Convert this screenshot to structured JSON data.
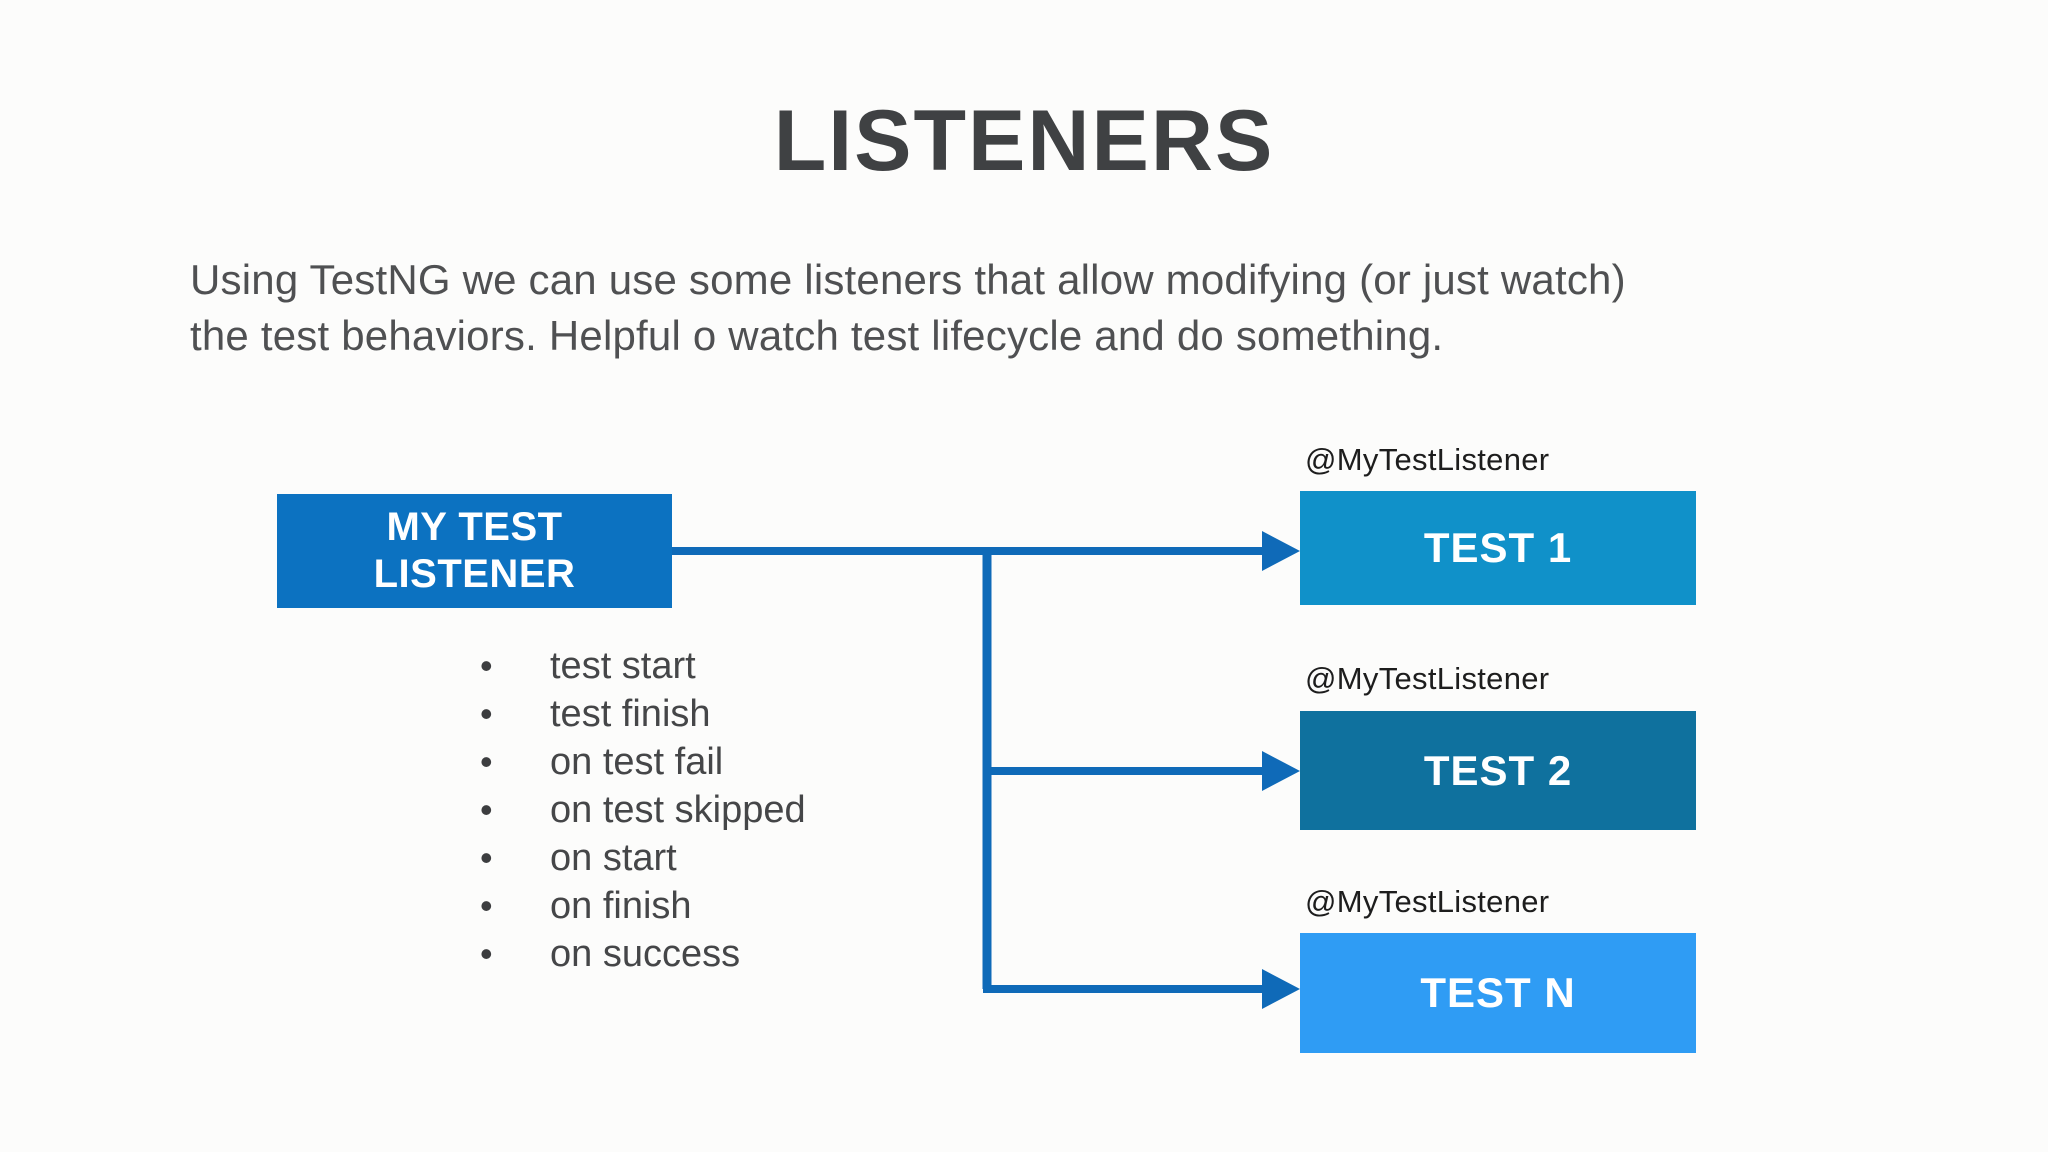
{
  "slide": {
    "title": "LISTENERS",
    "intro": {
      "lines": [
        "Using TestNG we can use some listeners that allow modifying (or just watch)",
        "the test behaviors. Helpful o watch test lifecycle and do something."
      ]
    },
    "listener_box": {
      "label": "MY TEST LISTENER"
    },
    "events": [
      "test start",
      "test finish",
      "on test fail",
      "on test skipped",
      "on start",
      "on finish",
      "on success"
    ],
    "tests": [
      {
        "annotation": "@MyTestListener",
        "label": "TEST 1",
        "color": "#1091c9"
      },
      {
        "annotation": "@MyTestListener",
        "label": "TEST 2",
        "color": "#0f719e"
      },
      {
        "annotation": "@MyTestListener",
        "label": "TEST N",
        "color": "#2f9cf4"
      }
    ],
    "colors": {
      "background": "#fcfcfb",
      "title_text": "#3f4143",
      "body_text": "#4f5052",
      "annotation_text": "#1d1d1d",
      "listener_box": "#0c72c1",
      "connector": "#0f6ab8"
    }
  }
}
